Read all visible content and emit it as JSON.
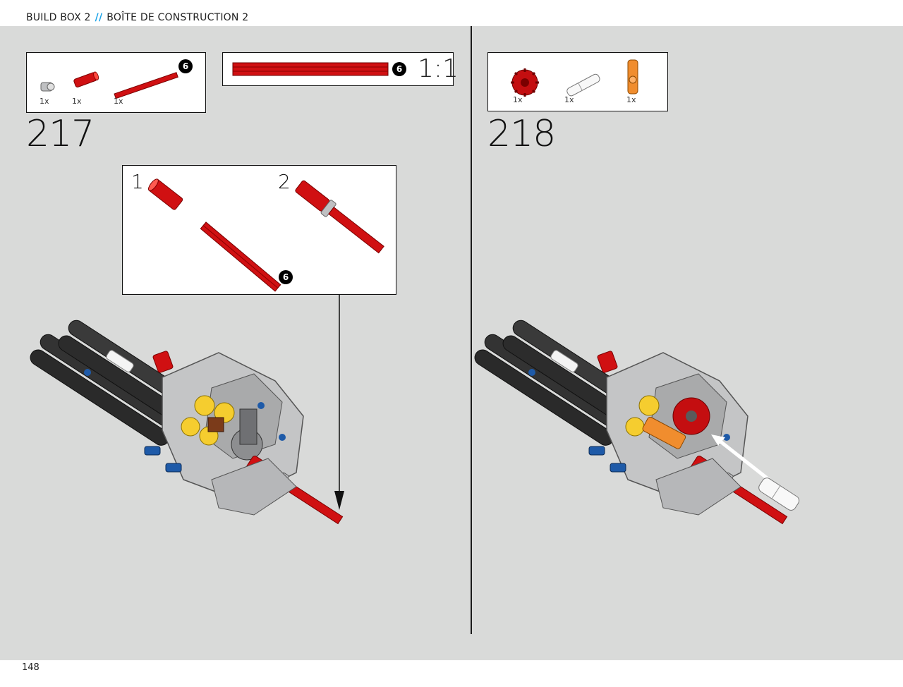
{
  "header": {
    "left": "BUILD BOX 2",
    "separator": "//",
    "right": "BOÎTE DE CONSTRUCTION 2"
  },
  "footer": {
    "page_number": "148"
  },
  "step217": {
    "number": "217",
    "parts": [
      {
        "name": "grey-bush",
        "qty": "1x"
      },
      {
        "name": "red-connector",
        "qty": "1x"
      },
      {
        "name": "red-axle-6",
        "qty": "1x"
      }
    ],
    "axle_length_badge": "6",
    "scale_box": {
      "badge": "6",
      "scale": "1:1"
    },
    "substeps": [
      {
        "label": "1",
        "badge": "6"
      },
      {
        "label": "2"
      }
    ]
  },
  "step218": {
    "number": "218",
    "parts": [
      {
        "name": "red-gear",
        "qty": "1x"
      },
      {
        "name": "white-pin",
        "qty": "1x"
      },
      {
        "name": "orange-connector",
        "qty": "1x"
      }
    ]
  },
  "colors": {
    "background": "#d9dad9",
    "accent": "#1aa3e8",
    "red": "#d01012",
    "yellow": "#f5cd2f",
    "orange": "#f08d2e",
    "grey": "#c7c8c9",
    "blue": "#1e5aa8"
  }
}
